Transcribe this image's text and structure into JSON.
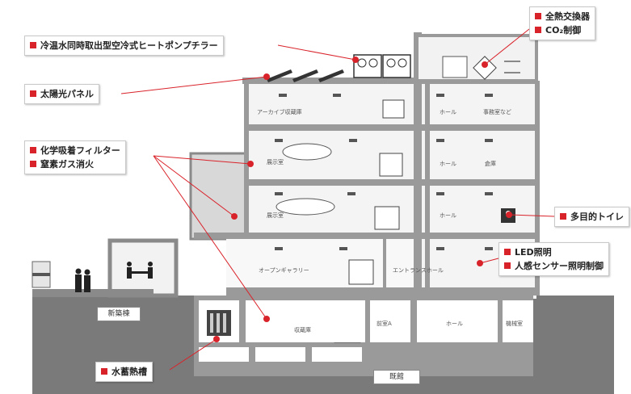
{
  "callouts": {
    "heat_pump": "冷温水同時取出型空冷式ヒートポンプチラー",
    "solar_panel": "太陽光パネル",
    "chemical_filter": "化学吸着フィルター",
    "nitrogen_fire": "窒素ガス消火",
    "heat_exchanger": "全熱交換器",
    "co2_control": "CO₂制御",
    "multi_toilet": "多目的トイレ",
    "led_lighting": "LED照明",
    "motion_sensor": "人感センサー照明制御",
    "water_storage": "水蓄熱槽"
  },
  "room_labels": {
    "f4_left": "アーカイブ収蔵庫",
    "f4_right_1": "ホール",
    "f4_right_2": "事務室など",
    "f3_left": "展示室",
    "f3_right_1": "ホール",
    "f3_right_2": "倉庫",
    "f2_left": "展示室",
    "f2_right": "ホール",
    "f1_left": "オープンギャラリー",
    "f1_right": "エントランスホール",
    "b1_left": "収蔵庫",
    "b1_mid": "前室A",
    "b1_right_1": "ホール",
    "b1_right_2": "機械室"
  },
  "plates": {
    "annex": "新築棟",
    "existing": "既館"
  },
  "colors": {
    "accent_red": "#d9232a",
    "ground_gray": "#7a7a7a",
    "floor_gray": "#9a9a9a"
  }
}
